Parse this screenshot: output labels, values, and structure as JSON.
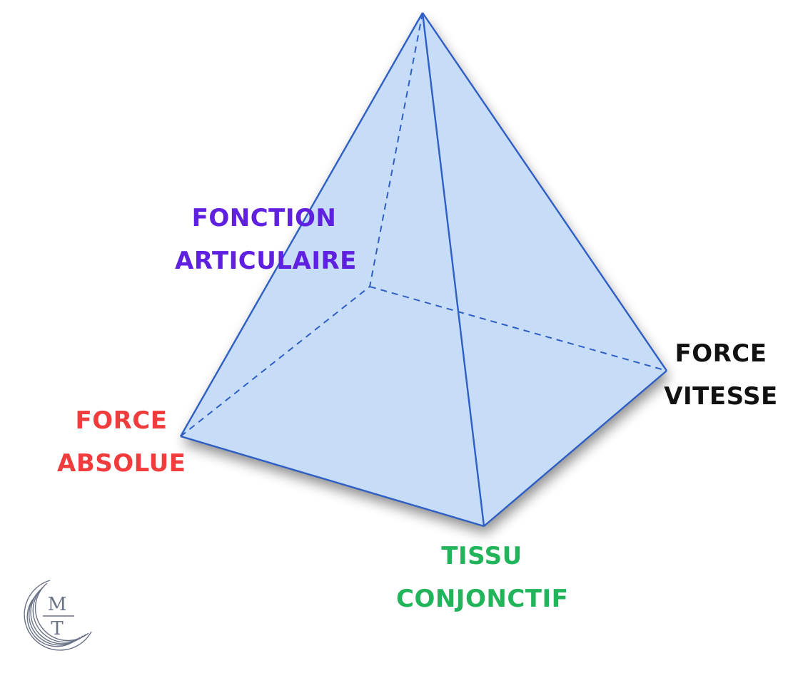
{
  "labels": {
    "fonction_articulaire": {
      "line1": "FONCTION",
      "line2": "ARTICULAIRE",
      "color": "#6020e0"
    },
    "force_absolue": {
      "line1": "FORCE",
      "line2": "ABSOLUE",
      "color": "#f03c3c"
    },
    "force_vitesse": {
      "line1": "FORCE",
      "line2": "VITESSE",
      "color": "#111111"
    },
    "tissu_conjonctif": {
      "line1": "TISSU",
      "line2": "CONJONCTIF",
      "color": "#22b45a"
    }
  },
  "pyramid": {
    "fill_color": "#c6dcf7",
    "edge_color": "#2f5fc4"
  },
  "logo": {
    "letter_top": "M",
    "letter_bottom": "T",
    "color": "#6a7288"
  }
}
